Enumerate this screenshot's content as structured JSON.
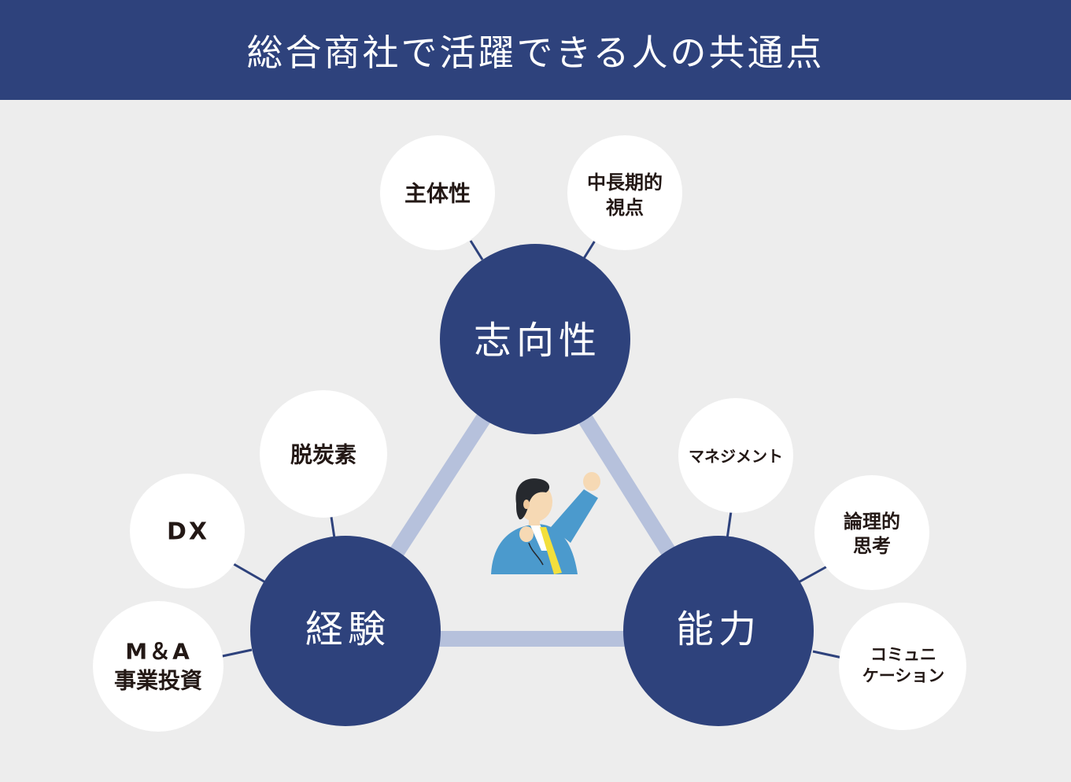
{
  "header": {
    "title": "総合商社で活躍できる人の共通点"
  },
  "diagram": {
    "center_illustration": "businessman-raising-fist",
    "main_nodes": [
      {
        "id": "orientation",
        "label": "志向性"
      },
      {
        "id": "experience",
        "label": "経験"
      },
      {
        "id": "ability",
        "label": "能力"
      }
    ],
    "sub_nodes": {
      "orientation": [
        {
          "lines": [
            "主体性"
          ]
        },
        {
          "lines": [
            "中長期的",
            "視点"
          ]
        }
      ],
      "experience": [
        {
          "lines": [
            "脱炭素"
          ]
        },
        {
          "lines": [
            "DX"
          ]
        },
        {
          "lines": [
            "M＆A",
            "事業投資"
          ]
        }
      ],
      "ability": [
        {
          "lines": [
            "マネジメント"
          ]
        },
        {
          "lines": [
            "論理的",
            "思考"
          ]
        },
        {
          "lines": [
            "コミュニ",
            "ケーション"
          ]
        }
      ]
    },
    "colors": {
      "header_bg": "#2e427c",
      "main_node": "#2e427c",
      "triangle_edge": "#b6c1dc",
      "connector": "#2e427c",
      "sub_node_fill": "#ffffff",
      "background": "#ededed"
    }
  }
}
